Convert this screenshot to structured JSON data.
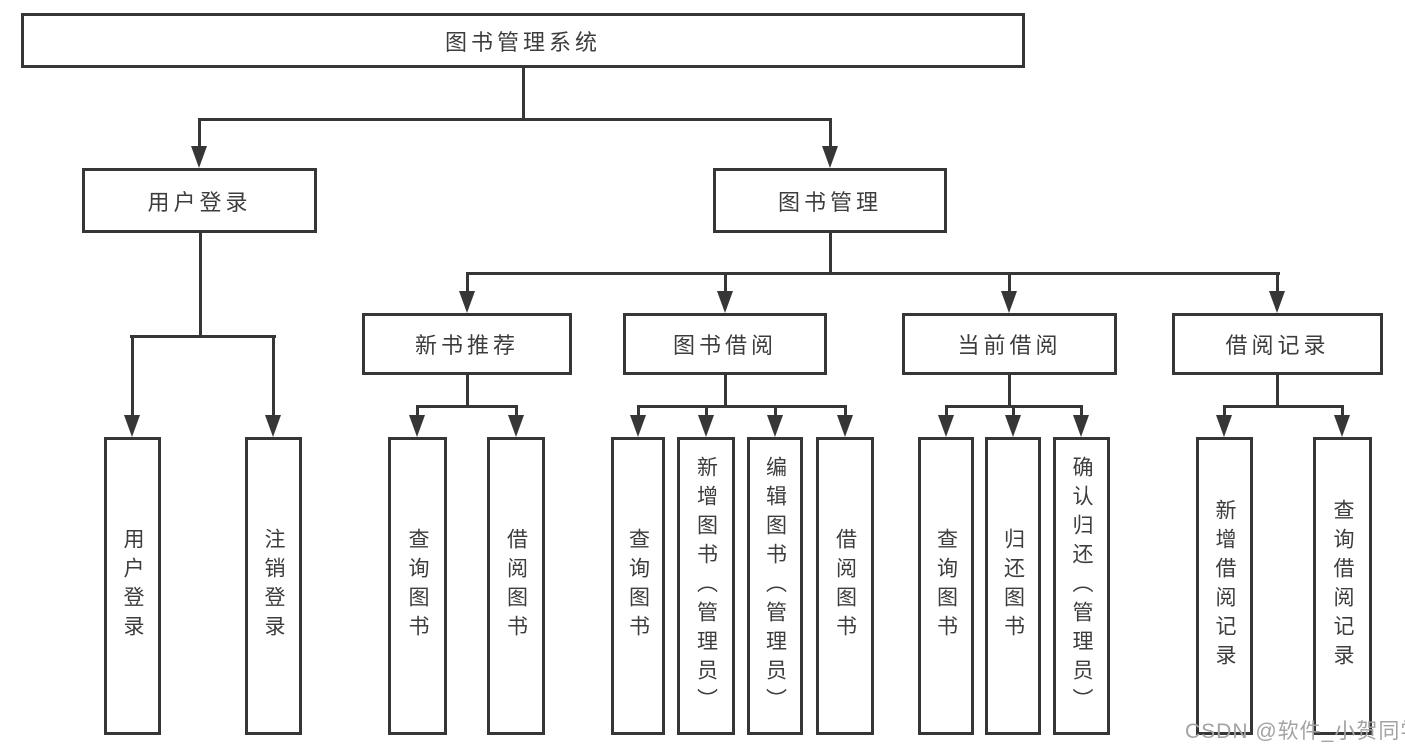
{
  "diagram_title": "图书管理系统",
  "tree": {
    "root": {
      "label": "图书管理系统",
      "children": [
        {
          "label": "用户登录",
          "children": [
            {
              "label": "用户登录"
            },
            {
              "label": "注销登录"
            }
          ]
        },
        {
          "label": "图书管理",
          "children": [
            {
              "label": "新书推荐",
              "children": [
                {
                  "label": "查询图书"
                },
                {
                  "label": "借阅图书"
                }
              ]
            },
            {
              "label": "图书借阅",
              "children": [
                {
                  "label": "查询图书"
                },
                {
                  "label": "新增图书（管理员）"
                },
                {
                  "label": "编辑图书（管理员）"
                },
                {
                  "label": "借阅图书"
                }
              ]
            },
            {
              "label": "当前借阅",
              "children": [
                {
                  "label": "查询图书"
                },
                {
                  "label": "归还图书"
                },
                {
                  "label": "确认归还（管理员）"
                }
              ]
            },
            {
              "label": "借阅记录",
              "children": [
                {
                  "label": "新增借阅记录"
                },
                {
                  "label": "查询借阅记录"
                }
              ]
            }
          ]
        }
      ]
    }
  },
  "watermark": {
    "text": "CSDN @软件_小贺同学",
    "color": "#a3a3a3"
  },
  "colors": {
    "line": "#363636",
    "text": "#3d3d3d",
    "background": "#ffffff"
  }
}
